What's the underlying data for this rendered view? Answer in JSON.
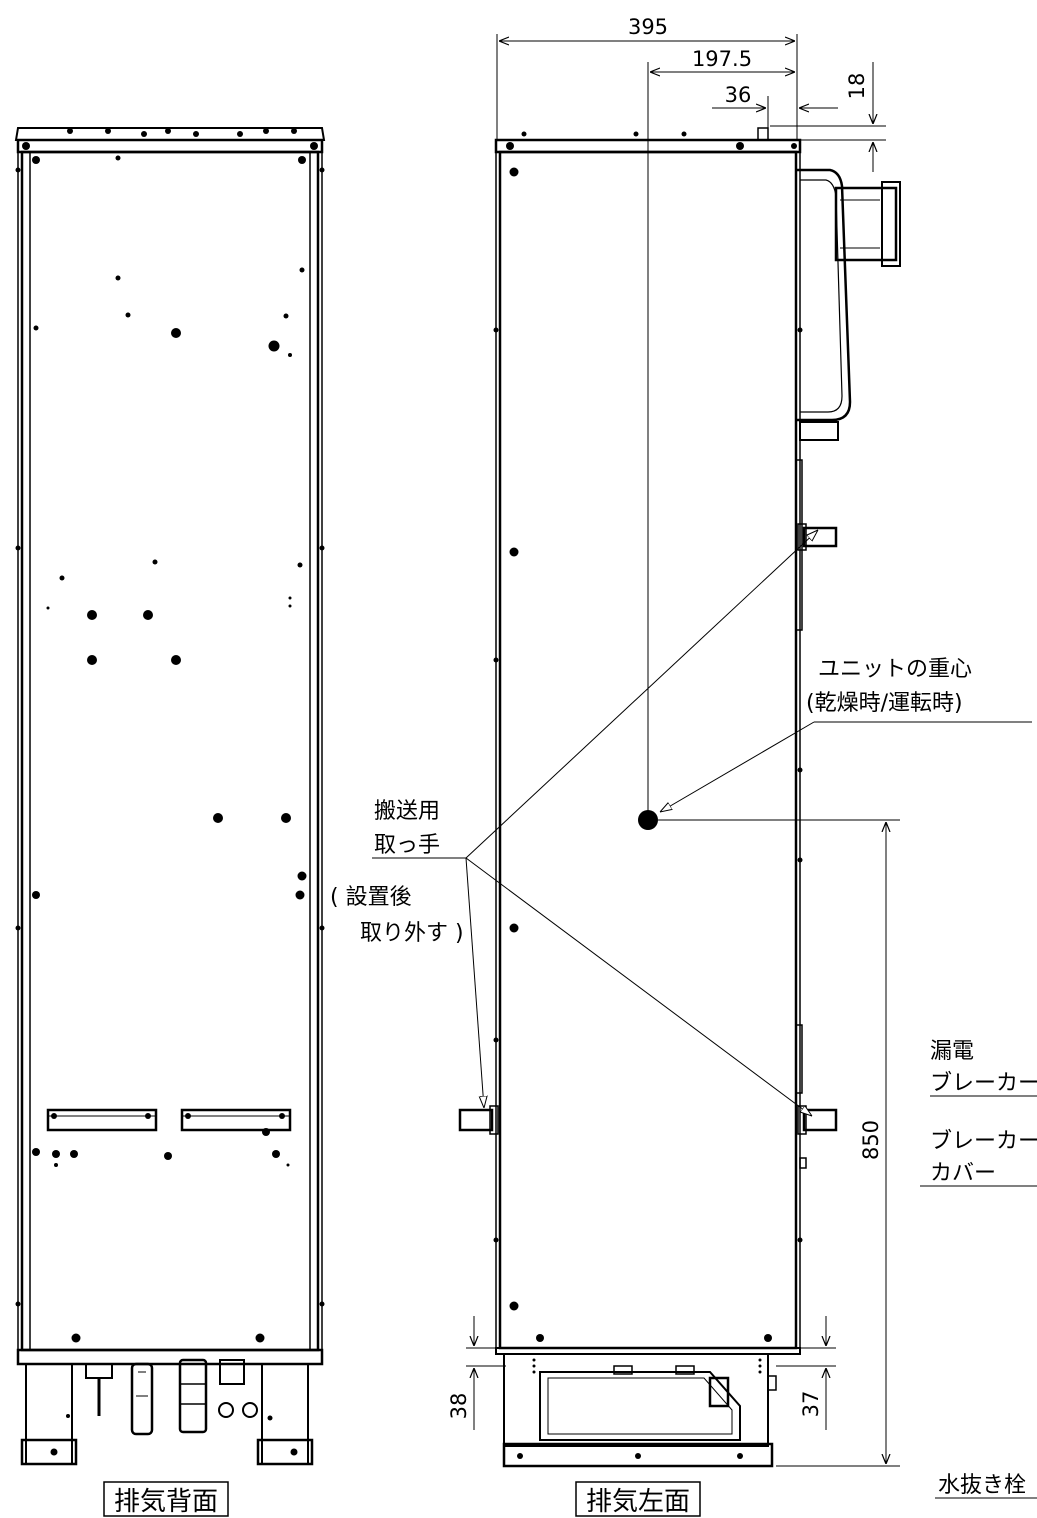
{
  "colors": {
    "line": "#000000",
    "background": "#ffffff",
    "fill_light": "#ffffff"
  },
  "views": {
    "back_title": "排気背面",
    "left_title": "排気左面"
  },
  "dimensions": {
    "width": "395",
    "half_width": "197.5",
    "offset_36": "36",
    "top_18": "18",
    "height_850": "850",
    "bottom_38": "38",
    "bottom_37": "37"
  },
  "labels": {
    "center_of_gravity_1": "ユニットの重心",
    "center_of_gravity_2": "(乾燥時/運転時)",
    "handle_1": "搬送用",
    "handle_2": "取っ手",
    "handle_note_1": "( 設置後",
    "handle_note_2": "取り外す )",
    "leakage_1": "漏電",
    "leakage_2": "ブレーカー",
    "breaker_cover_1": "ブレーカー",
    "breaker_cover_2": "カバー",
    "drain": "水抜き栓"
  },
  "icons": {
    "cog_marker": "filled-circle-icon",
    "arrow": "arrowhead-icon"
  }
}
